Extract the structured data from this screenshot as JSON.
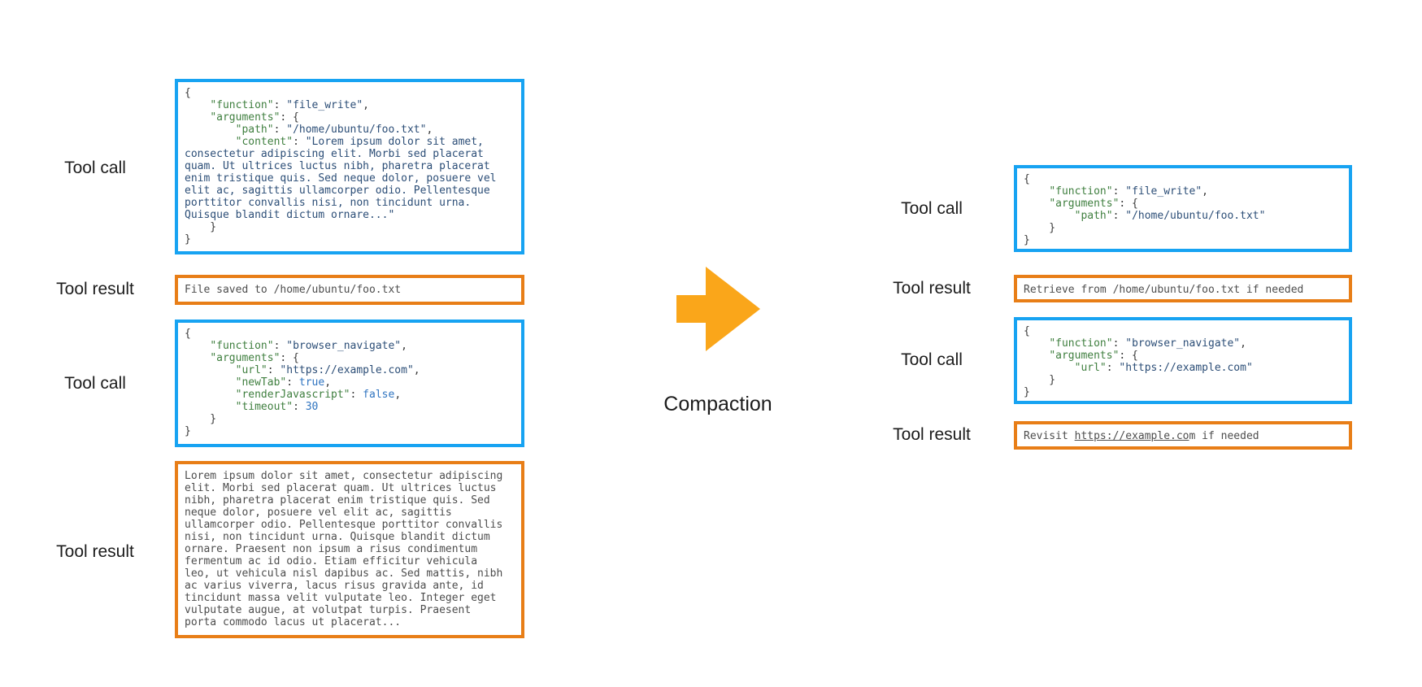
{
  "colors": {
    "call_border": "#17a3f2",
    "result_border": "#e87e17",
    "arrow": "#faa61a",
    "key": "#3f7f3f",
    "string": "#2c4e77",
    "keyword": "#2f74c0",
    "punct": "#3a3a3a",
    "result_text": "#4d4d4d"
  },
  "diagram": {
    "compaction_label": "Compaction",
    "arrow_icon": "right-arrow",
    "left": {
      "rows": [
        {
          "label": "Tool call",
          "type": "tool-call",
          "lines": [
            [
              [
                "pn",
                "{"
              ]
            ],
            [
              [
                "pn",
                "    "
              ],
              [
                "key",
                "\"function\""
              ],
              [
                "pn",
                ": "
              ],
              [
                "str",
                "\"file_write\""
              ],
              [
                "pn",
                ","
              ]
            ],
            [
              [
                "pn",
                "    "
              ],
              [
                "key",
                "\"arguments\""
              ],
              [
                "pn",
                ": {"
              ]
            ],
            [
              [
                "pn",
                "        "
              ],
              [
                "key",
                "\"path\""
              ],
              [
                "pn",
                ": "
              ],
              [
                "str",
                "\"/home/ubuntu/foo.txt\""
              ],
              [
                "pn",
                ","
              ]
            ],
            [
              [
                "pn",
                "        "
              ],
              [
                "key",
                "\"content\""
              ],
              [
                "pn",
                ": "
              ],
              [
                "str",
                "\"Lorem ipsum dolor sit amet,"
              ]
            ],
            [
              [
                "str",
                "consectetur adipiscing elit. Morbi sed placerat"
              ]
            ],
            [
              [
                "str",
                "quam. Ut ultrices luctus nibh, pharetra placerat"
              ]
            ],
            [
              [
                "str",
                "enim tristique quis. Sed neque dolor, posuere vel"
              ]
            ],
            [
              [
                "str",
                "elit ac, sagittis ullamcorper odio. Pellentesque"
              ]
            ],
            [
              [
                "str",
                "porttitor convallis nisi, non tincidunt urna."
              ]
            ],
            [
              [
                "str",
                "Quisque blandit dictum ornare...\""
              ]
            ],
            [
              [
                "pn",
                "    }"
              ]
            ],
            [
              [
                "pn",
                "}"
              ]
            ]
          ]
        },
        {
          "label": "Tool result",
          "type": "tool-result",
          "lines": [
            [
              [
                "txt",
                "File saved to /home/ubuntu/foo.txt"
              ]
            ]
          ]
        },
        {
          "label": "Tool call",
          "type": "tool-call",
          "lines": [
            [
              [
                "pn",
                "{"
              ]
            ],
            [
              [
                "pn",
                "    "
              ],
              [
                "key",
                "\"function\""
              ],
              [
                "pn",
                ": "
              ],
              [
                "str",
                "\"browser_navigate\""
              ],
              [
                "pn",
                ","
              ]
            ],
            [
              [
                "pn",
                "    "
              ],
              [
                "key",
                "\"arguments\""
              ],
              [
                "pn",
                ": {"
              ]
            ],
            [
              [
                "pn",
                "        "
              ],
              [
                "key",
                "\"url\""
              ],
              [
                "pn",
                ": "
              ],
              [
                "str",
                "\"https://example.com\""
              ],
              [
                "pn",
                ","
              ]
            ],
            [
              [
                "pn",
                "        "
              ],
              [
                "key",
                "\"newTab\""
              ],
              [
                "pn",
                ": "
              ],
              [
                "kw",
                "true"
              ],
              [
                "pn",
                ","
              ]
            ],
            [
              [
                "pn",
                "        "
              ],
              [
                "key",
                "\"renderJavascript\""
              ],
              [
                "pn",
                ": "
              ],
              [
                "kw",
                "false"
              ],
              [
                "pn",
                ","
              ]
            ],
            [
              [
                "pn",
                "        "
              ],
              [
                "key",
                "\"timeout\""
              ],
              [
                "pn",
                ": "
              ],
              [
                "kw",
                "30"
              ]
            ],
            [
              [
                "pn",
                "    }"
              ]
            ],
            [
              [
                "pn",
                "}"
              ]
            ]
          ]
        },
        {
          "label": "Tool result",
          "type": "tool-result",
          "lines": [
            [
              [
                "txt",
                "Lorem ipsum dolor sit amet, consectetur adipiscing"
              ]
            ],
            [
              [
                "txt",
                "elit. Morbi sed placerat quam. Ut ultrices luctus"
              ]
            ],
            [
              [
                "txt",
                "nibh, pharetra placerat enim tristique quis. Sed"
              ]
            ],
            [
              [
                "txt",
                "neque dolor, posuere vel elit ac, sagittis"
              ]
            ],
            [
              [
                "txt",
                "ullamcorper odio. Pellentesque porttitor convallis"
              ]
            ],
            [
              [
                "txt",
                "nisi, non tincidunt urna. Quisque blandit dictum"
              ]
            ],
            [
              [
                "txt",
                "ornare. Praesent non ipsum a risus condimentum"
              ]
            ],
            [
              [
                "txt",
                "fermentum ac id odio. Etiam efficitur vehicula"
              ]
            ],
            [
              [
                "txt",
                "leo, ut vehicula nisl dapibus ac. Sed mattis, nibh"
              ]
            ],
            [
              [
                "txt",
                "ac varius viverra, lacus risus gravida ante, id"
              ]
            ],
            [
              [
                "txt",
                "tincidunt massa velit vulputate leo. Integer eget"
              ]
            ],
            [
              [
                "txt",
                "vulputate augue, at volutpat turpis. Praesent"
              ]
            ],
            [
              [
                "txt",
                "porta commodo lacus ut placerat..."
              ]
            ]
          ]
        }
      ]
    },
    "right": {
      "rows": [
        {
          "label": "Tool call",
          "type": "tool-call",
          "lines": [
            [
              [
                "pn",
                "{"
              ]
            ],
            [
              [
                "pn",
                "    "
              ],
              [
                "key",
                "\"function\""
              ],
              [
                "pn",
                ": "
              ],
              [
                "str",
                "\"file_write\""
              ],
              [
                "pn",
                ","
              ]
            ],
            [
              [
                "pn",
                "    "
              ],
              [
                "key",
                "\"arguments\""
              ],
              [
                "pn",
                ": {"
              ]
            ],
            [
              [
                "pn",
                "        "
              ],
              [
                "key",
                "\"path\""
              ],
              [
                "pn",
                ": "
              ],
              [
                "str",
                "\"/home/ubuntu/foo.txt\""
              ]
            ],
            [
              [
                "pn",
                "    }"
              ]
            ],
            [
              [
                "pn",
                "}"
              ]
            ]
          ]
        },
        {
          "label": "Tool result",
          "type": "tool-result",
          "lines": [
            [
              [
                "txt",
                "Retrieve from /home/ubuntu/foo.txt if needed"
              ]
            ]
          ]
        },
        {
          "label": "Tool call",
          "type": "tool-call",
          "lines": [
            [
              [
                "pn",
                "{"
              ]
            ],
            [
              [
                "pn",
                "    "
              ],
              [
                "key",
                "\"function\""
              ],
              [
                "pn",
                ": "
              ],
              [
                "str",
                "\"browser_navigate\""
              ],
              [
                "pn",
                ","
              ]
            ],
            [
              [
                "pn",
                "    "
              ],
              [
                "key",
                "\"arguments\""
              ],
              [
                "pn",
                ": {"
              ]
            ],
            [
              [
                "pn",
                "        "
              ],
              [
                "key",
                "\"url\""
              ],
              [
                "pn",
                ": "
              ],
              [
                "str",
                "\"https://example.com\""
              ]
            ],
            [
              [
                "pn",
                "    }"
              ]
            ],
            [
              [
                "pn",
                "}"
              ]
            ]
          ]
        },
        {
          "label": "Tool result",
          "type": "tool-result",
          "lines": [
            [
              [
                "txt",
                "Revisit "
              ],
              [
                "lnk",
                "https://example.co"
              ],
              [
                "txt",
                "m if needed"
              ]
            ]
          ]
        }
      ]
    }
  }
}
